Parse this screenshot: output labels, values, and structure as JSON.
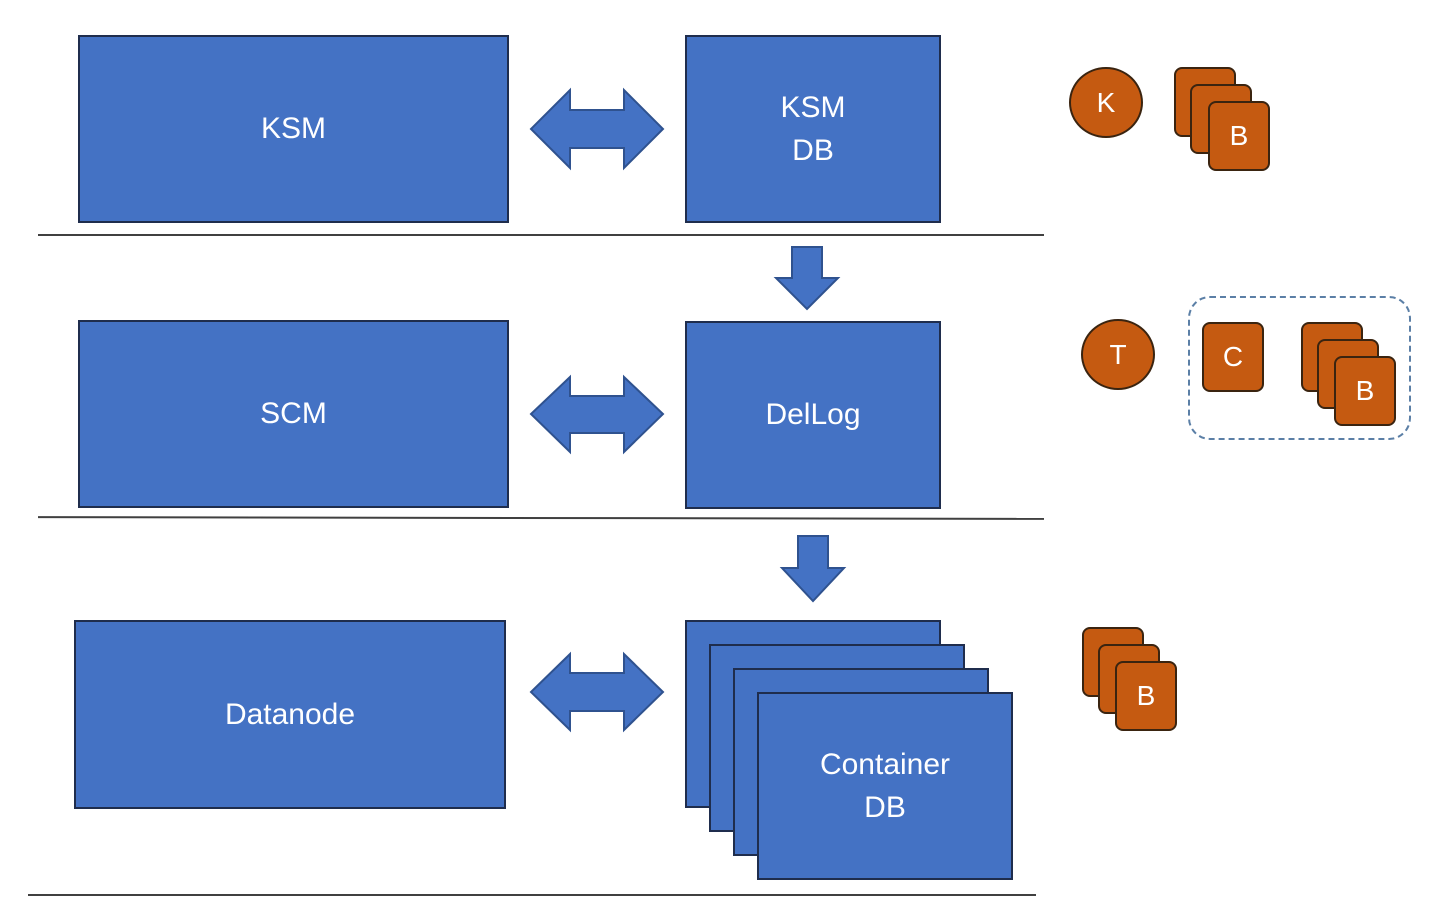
{
  "layers": [
    {
      "left": "KSM",
      "right": [
        "KSM",
        "DB"
      ]
    },
    {
      "left": "SCM",
      "right": [
        "DelLog"
      ]
    },
    {
      "left": "Datanode",
      "right": [
        "Container",
        "DB"
      ]
    }
  ],
  "legend": {
    "layer1": {
      "circle": "K",
      "tile": "B"
    },
    "layer2": {
      "circle": "T",
      "container_tile": "C",
      "tile": "B"
    },
    "layer3": {
      "tile": "B"
    }
  },
  "colors": {
    "box_fill": "#4472c4",
    "token_fill": "#c55a11",
    "line": "#404040"
  }
}
